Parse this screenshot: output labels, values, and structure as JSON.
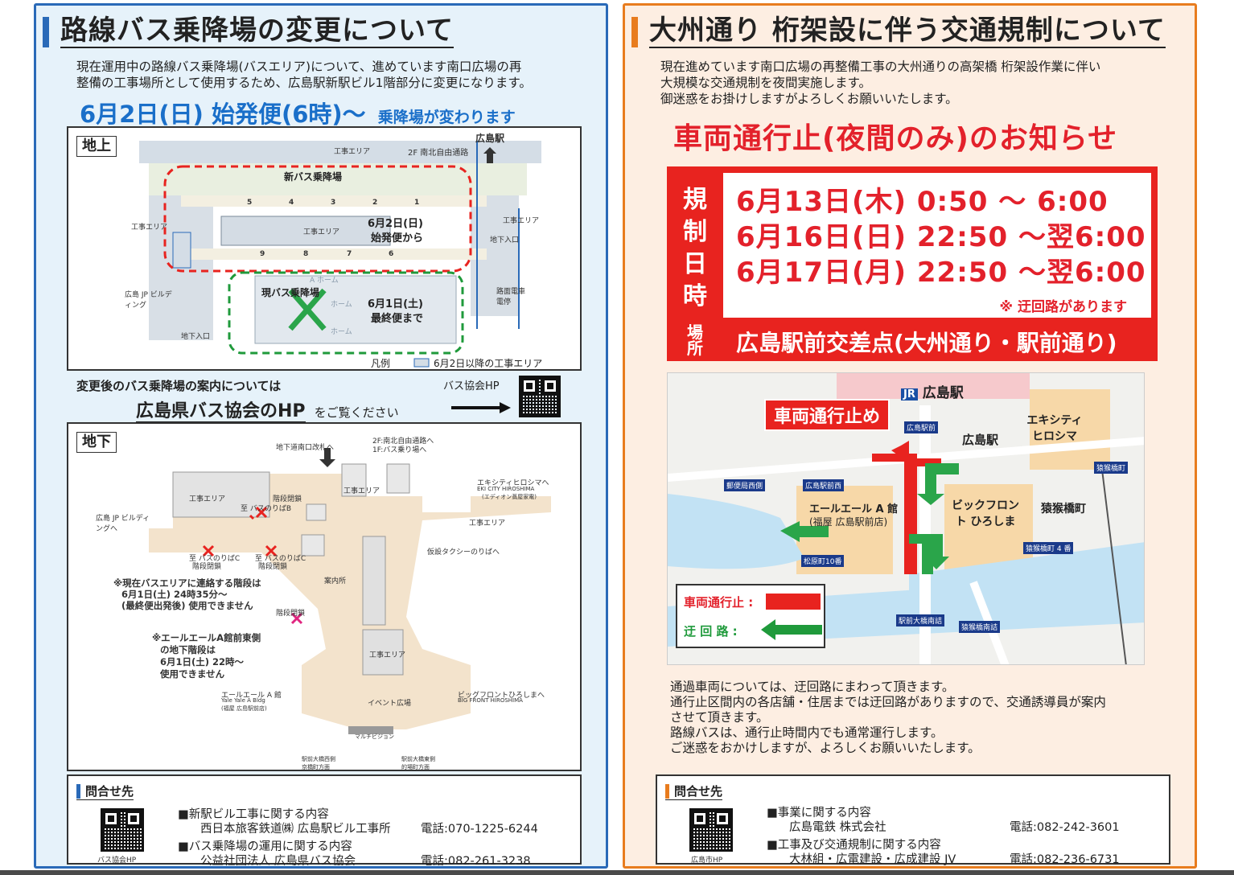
{
  "left": {
    "title": "路線バス乗降場の変更について",
    "intro_1": "現在運用中の路線バス乗降場(バスエリア)について、進めています南口広場の再",
    "intro_2": "整備の工事場所として使用するため、広島駅新駅ビル1階部分に変更になります。",
    "date_heading": "6月2日(日) 始発便(6時)〜",
    "date_sub": "乗降場が変わります",
    "ground_map": {
      "label": "地上",
      "station": "広島駅",
      "work_area": "工事エリア",
      "corridor": "2F 南北自由通路",
      "new_stop": "新バス乗降場",
      "new_stop_date_1": "6月2日(日)",
      "new_stop_date_2": "始発便から",
      "current_stop": "現バス乗降場",
      "current_stop_date_1": "6月1日(土)",
      "current_stop_date_2": "最終便まで",
      "home": "ホーム",
      "a_home": "A ホーム",
      "jp_building": "広島 JP ビルディング",
      "tram_stop": "路面電車 電停",
      "underground_entrance": "地下入口",
      "bays_top": [
        "5",
        "4",
        "3",
        "2",
        "1"
      ],
      "bays_bottom": [
        "9",
        "8",
        "7",
        "6"
      ],
      "legend_label": "凡例",
      "legend_text": "6月2日以降の工事エリア"
    },
    "hp_notice_1": "変更後のバス乗降場の案内については",
    "hp_notice_2": "広島県バス協会のHP",
    "hp_notice_3": "をご覧ください",
    "hp_label": "バス協会HP",
    "underground_map": {
      "label": "地下",
      "south_gate": "地下道南口改札へ",
      "to_2f": "2F:南北自由通路へ",
      "to_1f": "1F:バス乗り場へ",
      "ekicity": "エキシティヒロシマへ",
      "ekicity_en": "EKI CITY HIROSHIMA",
      "ekicity_sub": "(エディオン蔦屋家電)",
      "jp_building": "広島 JP ビルディングへ",
      "stair_closed": "階段閉鎖",
      "to_bus_b": "至 バスのりばB",
      "to_bus_c": "至 バスのりばC",
      "taxi": "仮設タクシーのりばへ",
      "info": "案内所",
      "work_area": "工事エリア",
      "note_red_1": "※現在バスエリアに連絡する階段は",
      "note_red_2": "6月1日(土) 24時35分〜",
      "note_red_3": "(最終便出発後) 使用できません",
      "note_mag_1": "※エールエールA館前東側",
      "note_mag_2": "の地下階段は",
      "note_mag_3": "6月1日(土) 22時〜",
      "note_mag_4": "使用できません",
      "yale": "エールエール A 館",
      "yale_en": "Yale Yale A Bldg",
      "yale_sub": "(福屋 広島駅前店)",
      "bigfront": "ビッグフロントひろしまへ",
      "bigfront_en": "BIG FRONT HIROSHIMA",
      "event": "イベント広場",
      "multivision": "マルチビジョン",
      "exit_west": "駅前大橋西側 京橋町方面",
      "exit_east": "駅前大橋東側 的場町方面"
    },
    "contact": {
      "heading": "問合せ先",
      "qr_label": "バス協会HP",
      "item1_title": "■新駅ビル工事に関する内容",
      "item1_org": "西日本旅客鉄道㈱ 広島駅ビル工事所",
      "item1_tel": "電話:070-1225-6244",
      "item2_title": "■バス乗降場の運用に関する内容",
      "item2_org": "公益社団法人 広島県バス協会",
      "item2_tel": "電話:082-261-3238"
    }
  },
  "right": {
    "title": "大州通り 桁架設に伴う交通規制について",
    "intro_1": "現在進めています南口広場の再整備工事の大州通りの高架橋 桁架設作業に伴い",
    "intro_2": "大規模な交通規制を夜間実施します。",
    "intro_3": "御迷惑をお掛けしますがよろしくお願いいたします。",
    "headline": "車両通行止(夜間のみ)のお知らせ",
    "schedule_label": "規制日時",
    "schedule": [
      "6月13日(木)  0:50 〜   6:00",
      "6月16日(日) 22:50 〜翌6:00",
      "6月17日(月) 22:50 〜翌6:00"
    ],
    "detour_note": "※ 迂回路があります",
    "place_label": "場所",
    "place": "広島駅前交差点(大州通り・駅前通り)",
    "map": {
      "station": "広島駅",
      "closed_banner": "車両通行止め",
      "ekicity": "エキシティ ヒロシマ",
      "hiroshima_station_tram": "広島駅",
      "hiroshima_mae": "広島駅前",
      "enkobashi": "猿猴橋町",
      "enkobashi2": "猿猴橋町",
      "post_west": "郵便局西側",
      "station_west": "広島駅前西",
      "yale": "エールエール A 館",
      "yale_sub": "(福屋 広島駅前店)",
      "bigfront": "ビックフロント ひろしま",
      "enkobashi4": "猿猴橋町 4 番",
      "matsubara": "松原町10番",
      "ohashi_south": "駅前大橋南詰",
      "enkobashi_south": "猿猴橋南詰",
      "legend_closed": "車両通行止 :",
      "legend_detour": "迂 回 路 :"
    },
    "notes": [
      "通過車両については、迂回路にまわって頂きます。",
      "通行止区間内の各店舗・住居までは迂回路がありますので、交通誘導員が案内",
      "させて頂きます。",
      "路線バスは、通行止時間内でも通常運行します。",
      "ご迷惑をおかけしますが、よろしくお願いいたします。"
    ],
    "contact": {
      "heading": "問合せ先",
      "qr_label": "広島市HP",
      "item1_title": "■事業に関する内容",
      "item1_org": "広島電鉄 株式会社",
      "item1_tel": "電話:082-242-3601",
      "item2_title": "■工事及び交通規制に関する内容",
      "item2_org": "大林組・広電建設・広成建設 JV",
      "item2_tel": "電話:082-236-6731"
    }
  },
  "colors": {
    "left_border": "#2a6ab8",
    "right_border": "#e87c1e",
    "alert_red": "#e3212b",
    "detour_green": "#1f9a3b"
  }
}
